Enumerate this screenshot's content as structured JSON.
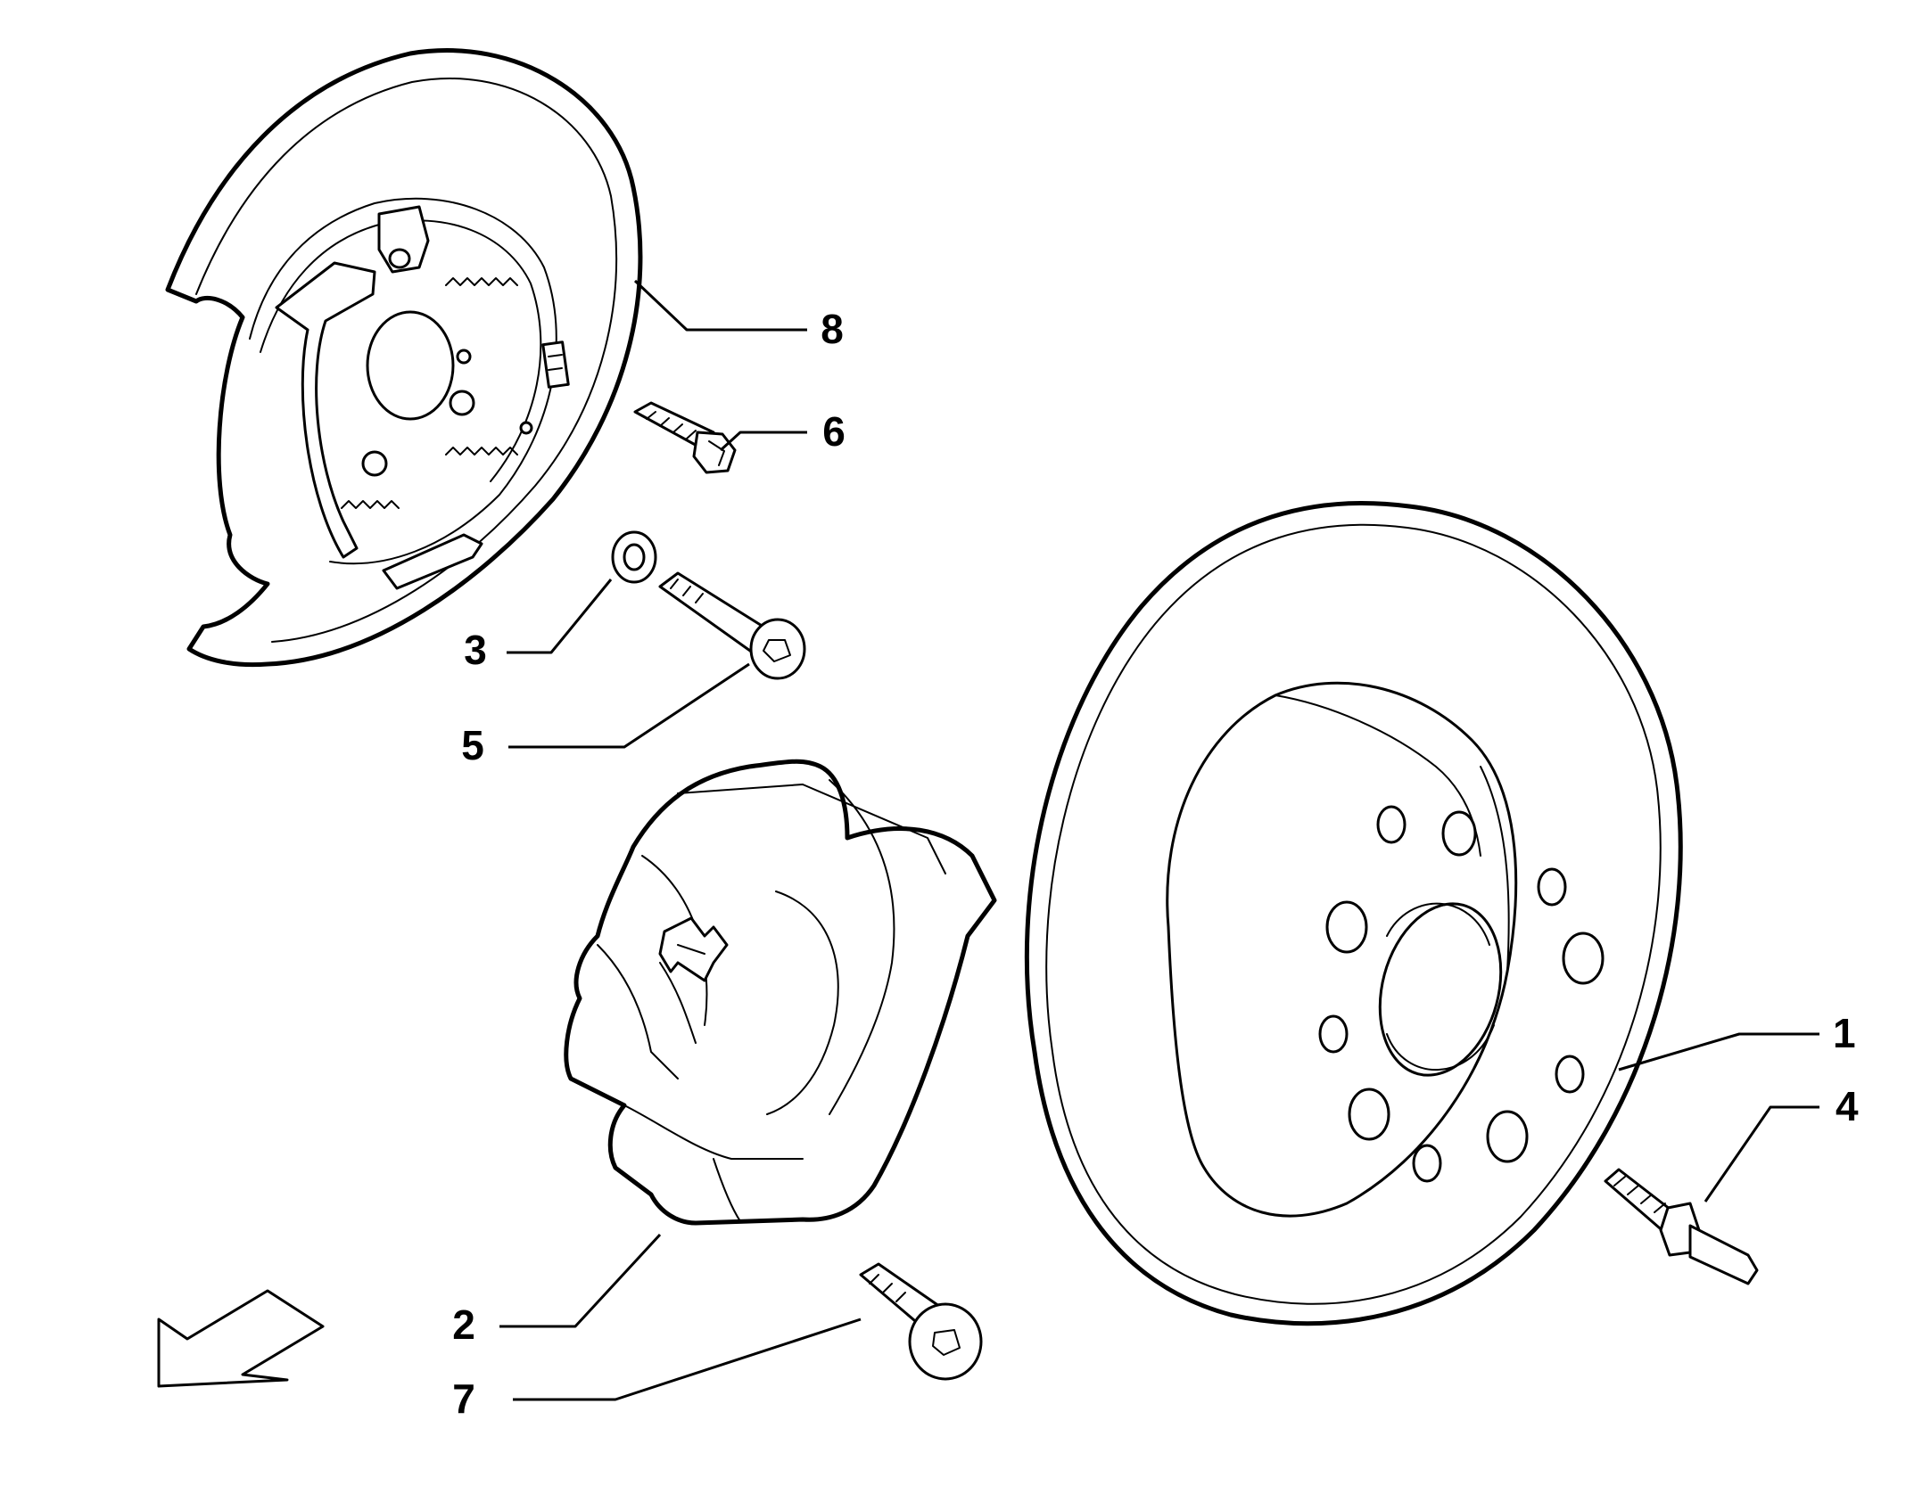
{
  "callouts": [
    {
      "id": "1",
      "label": "1"
    },
    {
      "id": "2",
      "label": "2"
    },
    {
      "id": "3",
      "label": "3"
    },
    {
      "id": "4",
      "label": "4"
    },
    {
      "id": "5",
      "label": "5"
    },
    {
      "id": "6",
      "label": "6"
    },
    {
      "id": "7",
      "label": "7"
    },
    {
      "id": "8",
      "label": "8"
    }
  ],
  "icons": {
    "direction": "arrow-down-left-icon"
  },
  "colors": {
    "line": "#000000",
    "background": "#ffffff"
  }
}
